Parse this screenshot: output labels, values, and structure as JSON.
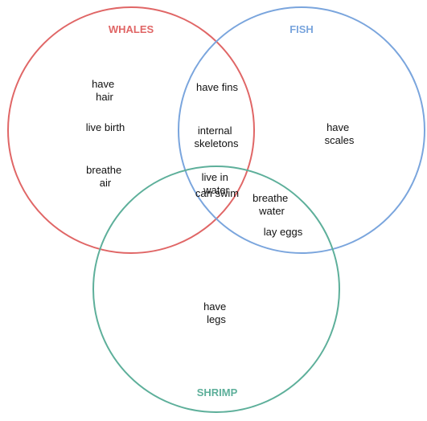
{
  "diagram": {
    "sets": [
      {
        "id": "whales",
        "title": "WHALES",
        "color": "#e06666"
      },
      {
        "id": "fish",
        "title": "FISH",
        "color": "#7aa5dd"
      },
      {
        "id": "shrimp",
        "title": "SHRIMP",
        "color": "#5daf9a"
      }
    ],
    "regions": [
      {
        "id": "whales-only-hair",
        "lines": [
          "have",
          "hair"
        ]
      },
      {
        "id": "whales-only-birth",
        "lines": [
          "live birth"
        ]
      },
      {
        "id": "whales-only-air",
        "lines": [
          "breathe",
          "air"
        ]
      },
      {
        "id": "whales-fish-fins",
        "lines": [
          "have fins"
        ]
      },
      {
        "id": "whales-fish-skeletons",
        "lines": [
          "internal",
          "skeletons"
        ]
      },
      {
        "id": "all-live-water",
        "lines": [
          "live in",
          "water"
        ]
      },
      {
        "id": "all-can-swim",
        "lines": [
          "can swim"
        ]
      },
      {
        "id": "fish-only-scales",
        "lines": [
          "have",
          "scales"
        ]
      },
      {
        "id": "fish-shrimp-water",
        "lines": [
          "breathe",
          "water"
        ]
      },
      {
        "id": "fish-shrimp-eggs",
        "lines": [
          "lay eggs"
        ]
      },
      {
        "id": "shrimp-only-legs",
        "lines": [
          "have",
          "legs"
        ]
      }
    ]
  }
}
